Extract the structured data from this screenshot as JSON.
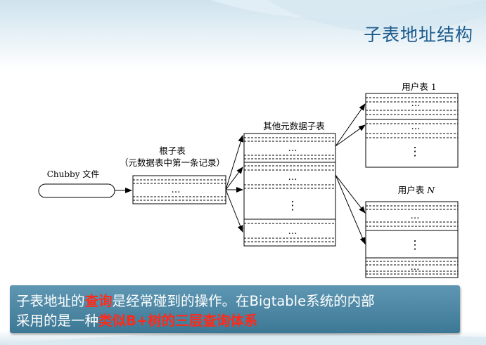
{
  "title": "子表地址结构",
  "diagram": {
    "chubby_label": "Chubby 文件",
    "root_label": "根子表",
    "root_sublabel": "（元数据表中第一条记录）",
    "meta_label": "其他元数据子表",
    "user1_label": "用户表 1",
    "userN_label": "用户表",
    "userN_var": "N",
    "ellipsis": "…",
    "vellipsis": "⋮"
  },
  "caption": {
    "l1a": "子表地址的",
    "l1b": "查询",
    "l1c": "是经常碰到的操作。在Bigtable系统的内部",
    "l2a": "采用的是一种",
    "l2b": "类似B+树的三层查询体系"
  },
  "colors": {
    "title": "#1a5a8c",
    "caption_bg": "#4a86a4",
    "highlight": "#ff2a1a"
  }
}
